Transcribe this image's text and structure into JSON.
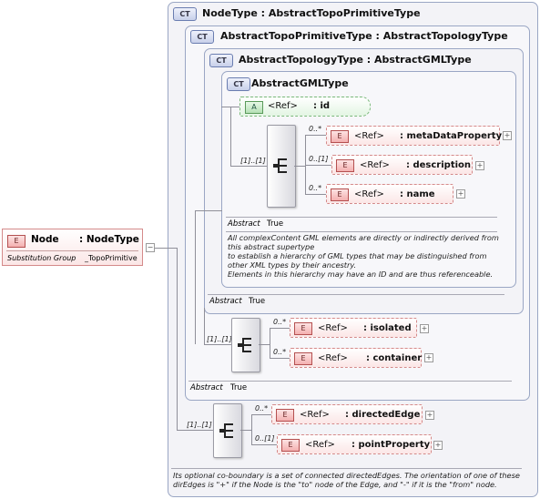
{
  "root_element": {
    "tag": "E",
    "name": "Node",
    "type": ": NodeType",
    "subst_label": "Substitution Group",
    "subst_value": "_TopoPrimitive"
  },
  "types": {
    "node_type": {
      "tag": "CT",
      "title": "NodeType : AbstractTopoPrimitiveType"
    },
    "topo_primitive": {
      "tag": "CT",
      "title": "AbstractTopoPrimitiveType : AbstractTopologyType"
    },
    "topology": {
      "tag": "CT",
      "title": "AbstractTopologyType : AbstractGMLType"
    },
    "gml": {
      "tag": "CT",
      "title": "AbstractGMLType"
    }
  },
  "gml_content": {
    "attribute": {
      "tag": "A",
      "ref": "<Ref>",
      "name": ": id"
    },
    "sequence_mult": "[1]..[1]",
    "elements": [
      {
        "mult": "0..*",
        "tag": "E",
        "ref": "<Ref>",
        "name": ": metaDataProperty"
      },
      {
        "mult": "0..[1]",
        "tag": "E",
        "ref": "<Ref>",
        "name": ": description"
      },
      {
        "mult": "0..*",
        "tag": "E",
        "ref": "<Ref>",
        "name": ": name"
      }
    ],
    "abstract_label": "Abstract",
    "abstract_value": "True",
    "doc": [
      "All complexContent GML elements are directly or indirectly derived from",
      "this abstract supertype",
      "to establish a hierarchy of GML types that may be distinguished from",
      "other XML types by their ancestry.",
      "Elements in this hierarchy may have an ID and are thus referenceable."
    ]
  },
  "topology_abstract": {
    "label": "Abstract",
    "value": "True"
  },
  "topo_primitive_content": {
    "sequence_mult": "[1]..[1]",
    "elements": [
      {
        "mult": "0..*",
        "tag": "E",
        "ref": "<Ref>",
        "name": ": isolated"
      },
      {
        "mult": "0..*",
        "tag": "E",
        "ref": "<Ref>",
        "name": ": container"
      }
    ],
    "abstract_label": "Abstract",
    "abstract_value": "True"
  },
  "node_content": {
    "sequence_mult": "[1]..[1]",
    "elements": [
      {
        "mult": "0..*",
        "tag": "E",
        "ref": "<Ref>",
        "name": ": directedEdge"
      },
      {
        "mult": "0..[1]",
        "tag": "E",
        "ref": "<Ref>",
        "name": ": pointProperty"
      }
    ],
    "doc": [
      "Its optional co-boundary is a set of connected directedEdges.  The orientation of one of these",
      "dirEdges is \"+\" if the Node is the \"to\" node of the Edge, and \"-\" if it is the \"from\" node."
    ]
  },
  "expand_symbol": "+",
  "collapse_symbol": "−"
}
